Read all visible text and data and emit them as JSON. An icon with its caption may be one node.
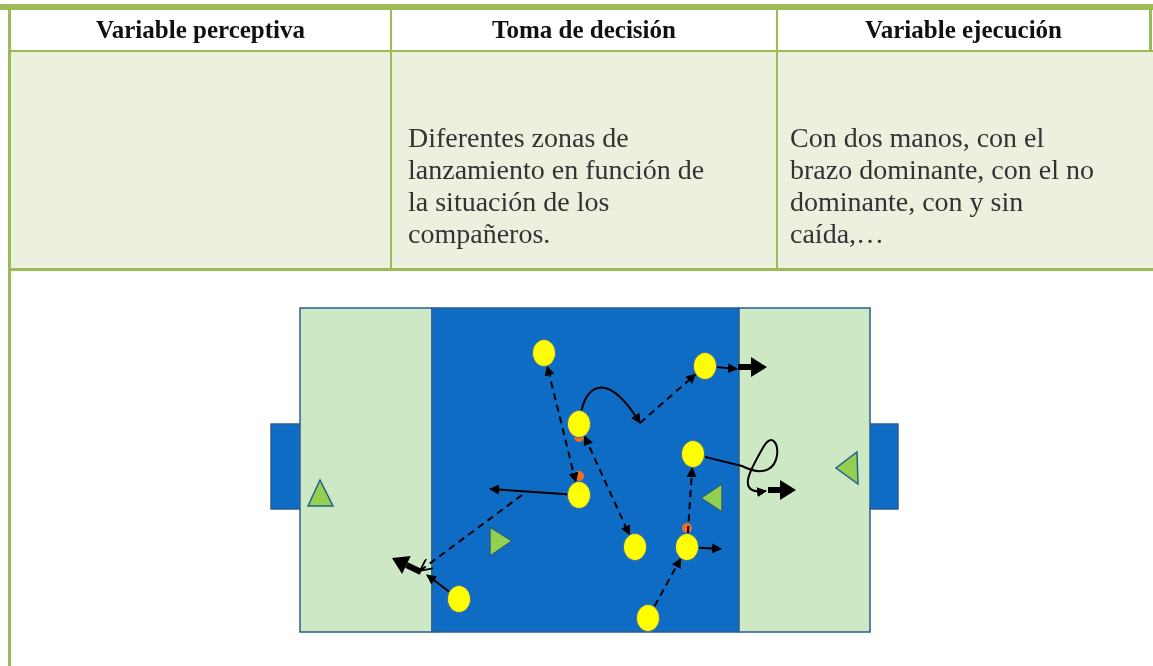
{
  "diagram": {
    "nodes": [
      {
        "text": [],
        "shape": "circle"
      },
      {
        "text": [],
        "shape": "circle"
      },
      {
        "text": [],
        "shape": "circle"
      },
      {
        "text": [],
        "shape": "circle"
      },
      {
        "text": [],
        "shape": "circle"
      },
      {
        "text": [],
        "shape": "circle"
      },
      {
        "text": [],
        "shape": "circle"
      },
      {
        "text": [],
        "shape": "circle"
      },
      {
        "text": [],
        "shape": "circle"
      }
    ],
    "edges": [
      {
        "from": 4,
        "to": 0,
        "arrow": "both",
        "style": "dashed"
      },
      {
        "from": 2,
        "to": 5,
        "arrow": "both",
        "style": "dashed"
      },
      {
        "from": 4,
        "to": null,
        "arrow": "to"
      },
      {
        "from": 7,
        "to": null,
        "arrow": "to"
      },
      {
        "from": 2,
        "to": null,
        "arrow": "to"
      },
      {
        "from": 1,
        "to": null,
        "arrow": "to"
      },
      {
        "from": 3,
        "to": null,
        "arrow": "to"
      },
      {
        "from": 6,
        "to": 3,
        "arrow": "to",
        "style": "dashed"
      },
      {
        "from": 6,
        "to": null,
        "arrow": "to"
      },
      {
        "from": 8,
        "to": 6,
        "arrow": "to",
        "style": "dashed"
      },
      {
        "from": null,
        "to": 1,
        "arrow": "to",
        "style": "dashed"
      }
    ],
    "labels": [
      "Variable perceptiva",
      "Toma de decisión",
      "Variable ejecución",
      "Diferentes zonas de lanzamiento en función de la situación de los compañeros.",
      "Con dos manos, con el brazo dominante, con el no dominante, con y sin caída,…"
    ]
  }
}
